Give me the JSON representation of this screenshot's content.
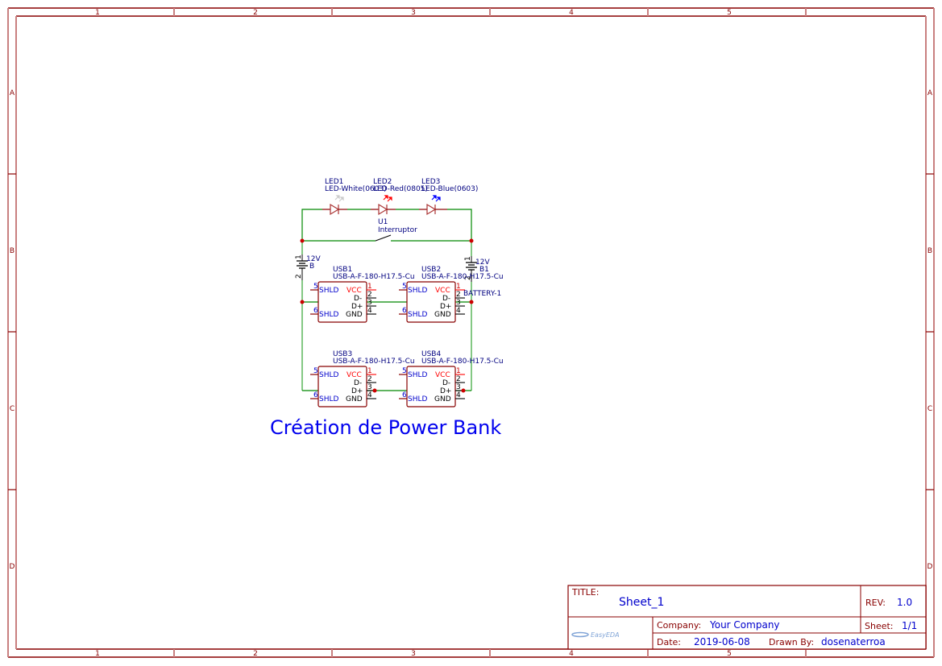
{
  "sheet": {
    "columns": [
      "1",
      "2",
      "3",
      "4",
      "5"
    ],
    "rows": [
      "A",
      "B",
      "C",
      "D"
    ]
  },
  "schematic": {
    "title": "Création de Power Bank",
    "leds": [
      {
        "ref": "LED1",
        "value": "LED-White(0603)",
        "color": "#cccccc"
      },
      {
        "ref": "LED2",
        "value": "LED-Red(0805)",
        "color": "#ff0000"
      },
      {
        "ref": "LED3",
        "value": "LED-Blue(0603)",
        "color": "#0000ff"
      }
    ],
    "switch": {
      "ref": "U1",
      "value": "Interruptor"
    },
    "batteries": [
      {
        "ref": "B",
        "voltage": "12V",
        "pin1": "1",
        "pin2": "2"
      },
      {
        "ref": "B1",
        "voltage": "12V",
        "pin1": "1",
        "pin2": "2",
        "part": "BATTERY-1"
      }
    ],
    "usb_connectors": [
      {
        "ref": "USB1",
        "value": "USB-A-F-180-H17.5-Cu"
      },
      {
        "ref": "USB2",
        "value": "USB-A-F-180-H17.5-Cu"
      },
      {
        "ref": "USB3",
        "value": "USB-A-F-180-H17.5-Cu"
      },
      {
        "ref": "USB4",
        "value": "USB-A-F-180-H17.5-Cu"
      }
    ],
    "usb_pins": {
      "shld": "SHLD",
      "vcc": "VCC",
      "dminus": "D-",
      "dplus": "D+",
      "gnd": "GND",
      "n1": "1",
      "n2": "2",
      "n3": "3",
      "n4": "4",
      "n5": "5",
      "n6": "6"
    }
  },
  "title_block": {
    "title_label": "TITLE:",
    "title_value": "Sheet_1",
    "rev_label": "REV:",
    "rev_value": "1.0",
    "company_label": "Company:",
    "company_value": "Your Company",
    "sheet_label": "Sheet:",
    "sheet_value": "1/1",
    "date_label": "Date:",
    "date_value": "2019-06-08",
    "drawn_by_label": "Drawn By:",
    "drawn_by_value": "dosenaterroa",
    "logo_text": "EasyEDA"
  }
}
